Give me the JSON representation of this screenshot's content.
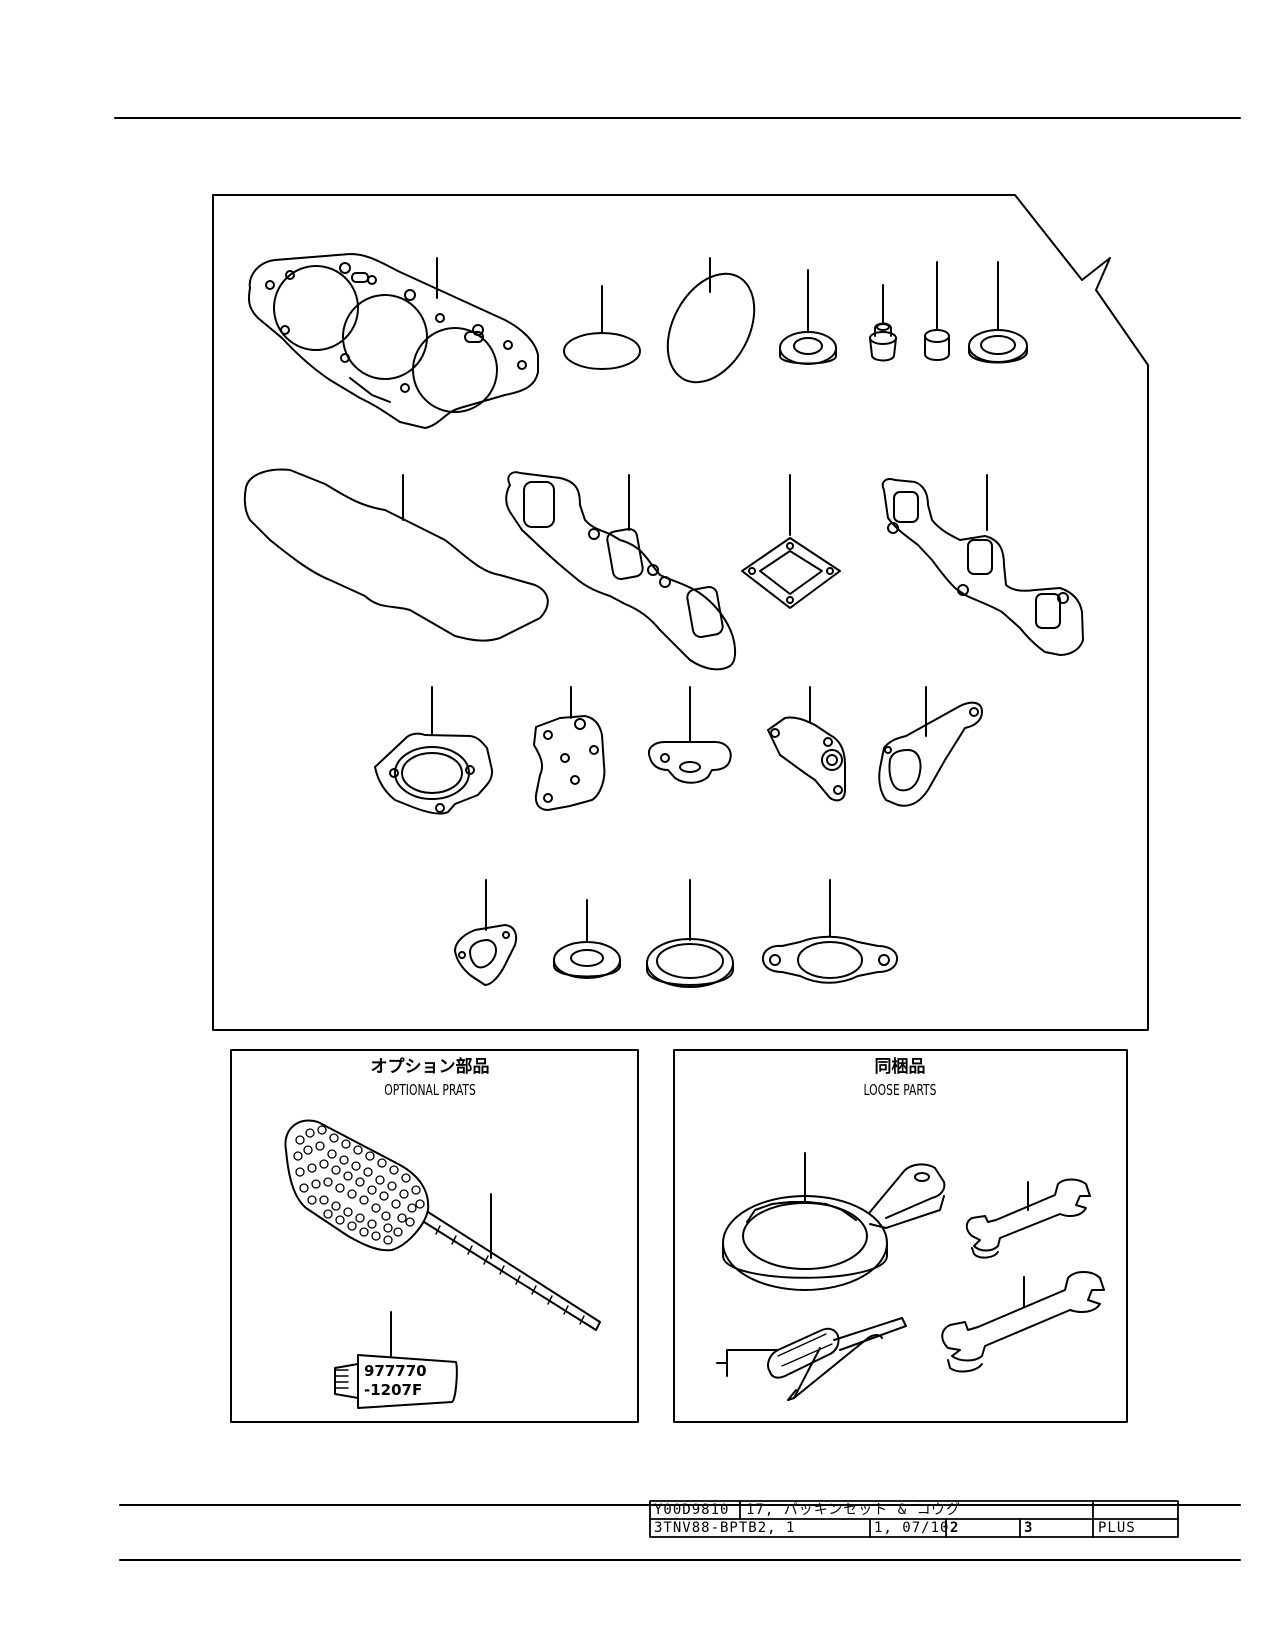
{
  "optional_parts": {
    "title_jp": "オプション部品",
    "title_en": "OPTIONAL PRATS",
    "tube_label_line1": "977770",
    "tube_label_line2": "-1207F"
  },
  "loose_parts": {
    "title_jp": "同梱品",
    "title_en": "LOOSE PARTS"
  },
  "title_block": {
    "code": "Y00D9810",
    "title": "17, パッキンセット & コウグ",
    "model": "3TNV88-BPTB2, 1",
    "date": "1, 07/10",
    "col_a": "2",
    "col_b": "3",
    "note": "PLUS"
  }
}
